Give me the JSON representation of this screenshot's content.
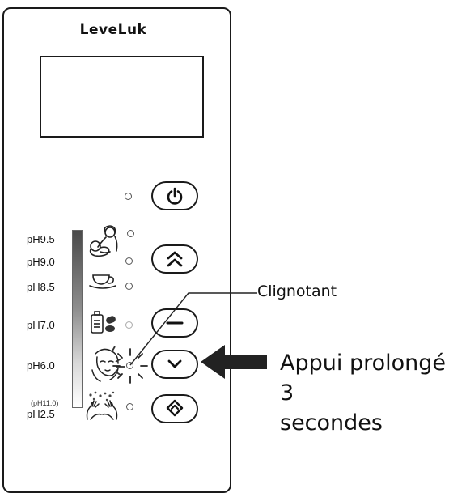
{
  "brand": {
    "name": "LeveLuk"
  },
  "ph_scale": {
    "labels": [
      {
        "text": "pH9.5"
      },
      {
        "text": "pH9.0"
      },
      {
        "text": "pH8.5"
      },
      {
        "text": "pH7.0"
      },
      {
        "text": "pH6.0"
      },
      {
        "text": "(pH11.0)",
        "small": true
      },
      {
        "text": "pH2.5"
      }
    ]
  },
  "buttons": [
    {
      "name": "power-button",
      "icon": "power-icon"
    },
    {
      "name": "up-button",
      "icon": "double-chevron-up-icon"
    },
    {
      "name": "minus-button",
      "icon": "minus-icon"
    },
    {
      "name": "down-button",
      "icon": "chevron-down-icon"
    },
    {
      "name": "select-button",
      "icon": "up-down-chevrons-icon"
    }
  ],
  "mode_icons": [
    "baby-mother-icon",
    "teacup-icon",
    "bottle-pills-icon",
    "face-wash-icon",
    "washing-hands-icon"
  ],
  "annotations": {
    "blinking_label": "Clignotant",
    "press_instruction_line1": "Appui prolongé 3",
    "press_instruction_line2": "secondes"
  },
  "colors": {
    "outline": "#1a1a1a",
    "arrow": "#222222"
  }
}
